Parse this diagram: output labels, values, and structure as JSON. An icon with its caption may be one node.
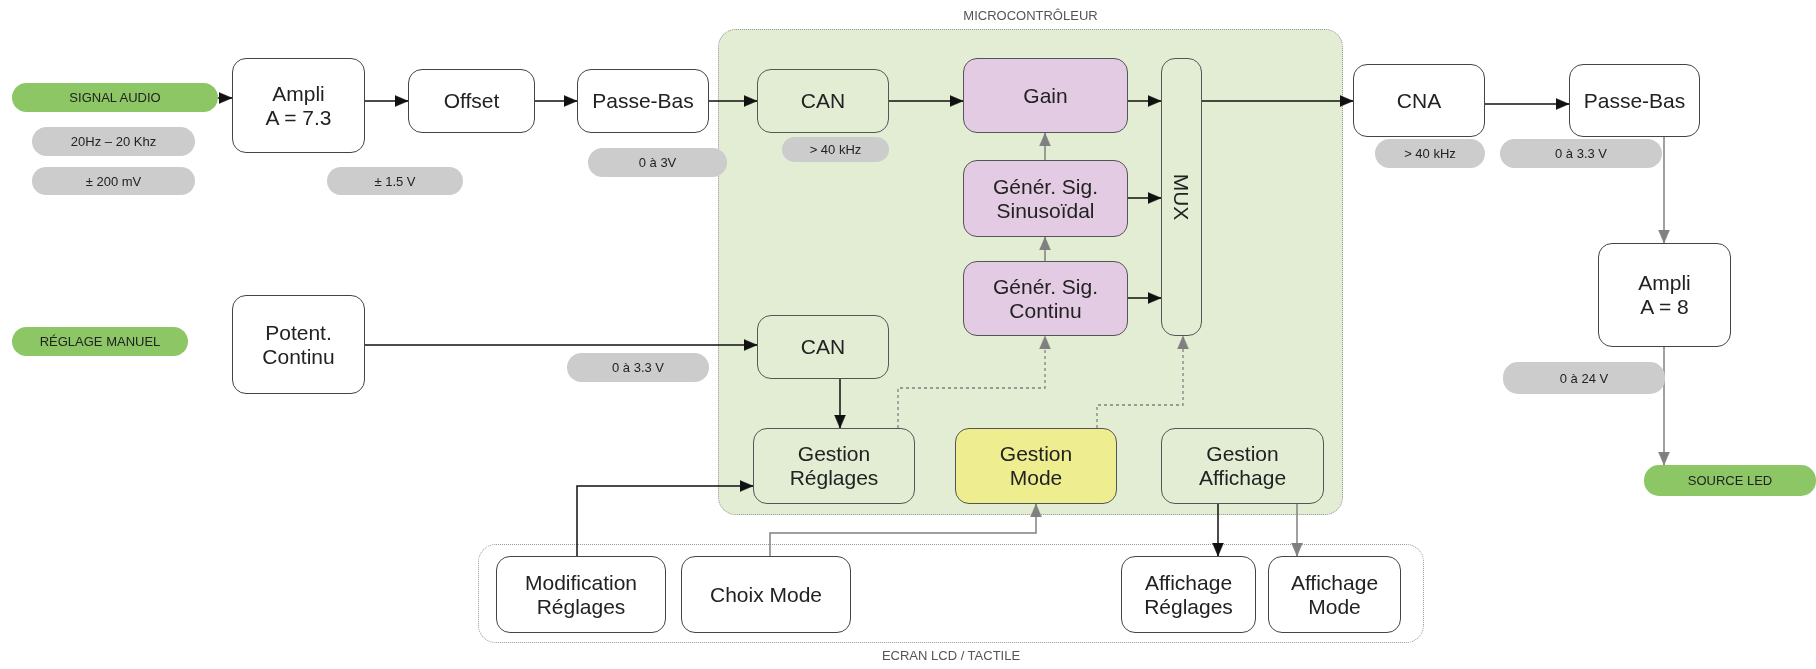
{
  "diagram": {
    "nodes": [
      {
        "text": [
          "MICROCONTRÔLEUR"
        ]
      },
      {
        "text": [
          "SIGNAL AUDIO"
        ]
      },
      {
        "text": [
          "Ampli A = 7.3"
        ]
      },
      {
        "text": [
          "Offset"
        ]
      },
      {
        "text": [
          "Passe-Bas"
        ]
      },
      {
        "text": [
          "CAN"
        ],
        "in": 0
      },
      {
        "text": [
          "Gain"
        ],
        "in": 0
      },
      {
        "text": [
          "MUX"
        ],
        "in": 0
      },
      {
        "text": [
          "CNA"
        ]
      },
      {
        "text": [
          "Passe-Bas"
        ]
      },
      {
        "text": [
          "20Hz – 20 Khz"
        ]
      },
      {
        "text": [
          "> 40 kHz"
        ],
        "in": 0
      },
      {
        "text": [
          "> 40 kHz"
        ]
      },
      {
        "text": [
          "0 à 3.3 V"
        ]
      },
      {
        "text": [
          "0 à 3V"
        ]
      },
      {
        "text": [
          "± 200 mV"
        ]
      },
      {
        "text": [
          "± 1.5 V"
        ]
      },
      {
        "text": [
          "Génér. Sig. Sinusoïdal"
        ],
        "in": 0
      },
      {
        "text": [
          "Ampli A = 8"
        ]
      },
      {
        "text": [
          "Génér. Sig. Continu"
        ],
        "in": 0
      },
      {
        "text": [
          "RÉGLAGE MANUEL"
        ]
      },
      {
        "text": [
          "Potent. Continu"
        ]
      },
      {
        "text": [
          "CAN"
        ],
        "in": 0
      },
      {
        "text": [
          "0 à 3.3 V"
        ]
      },
      {
        "text": [
          "0 à 24 V"
        ]
      },
      {
        "text": [
          "Gestion Réglages"
        ],
        "in": 0
      },
      {
        "text": [
          "Gestion Mode"
        ],
        "in": 0
      },
      {
        "text": [
          "Gestion Affichage"
        ],
        "in": 0
      },
      {
        "text": [
          "SOURCE LED"
        ]
      },
      {
        "text": [
          "ECRAN LCD / TACTILE"
        ]
      },
      {
        "text": [
          "Modification Réglages"
        ],
        "in": 29
      },
      {
        "text": [
          "Choix Mode"
        ],
        "in": 29
      },
      {
        "text": [
          "Affichage Réglages"
        ],
        "in": 29
      },
      {
        "text": [
          "Affichage Mode"
        ],
        "in": 29
      }
    ],
    "edges": [
      {
        "from": 1,
        "to": 2,
        "arrow": "to"
      },
      {
        "from": 2,
        "to": 3,
        "arrow": "to"
      },
      {
        "from": 3,
        "to": 4,
        "arrow": "to"
      },
      {
        "from": 4,
        "to": 5,
        "arrow": "to"
      },
      {
        "from": 5,
        "to": 6,
        "arrow": "to"
      },
      {
        "from": 6,
        "to": 7,
        "arrow": "to"
      },
      {
        "from": 17,
        "to": 6,
        "arrow": "to",
        "color": "#808080"
      },
      {
        "from": 17,
        "to": 7,
        "arrow": "to"
      },
      {
        "from": 19,
        "to": 17,
        "arrow": "to",
        "color": "#808080"
      },
      {
        "from": 19,
        "to": 7,
        "arrow": "to"
      },
      {
        "from": 7,
        "to": 8,
        "arrow": "to"
      },
      {
        "from": 8,
        "to": 9,
        "arrow": "to"
      },
      {
        "from": 9,
        "to": 18,
        "arrow": "to",
        "color": "#808080"
      },
      {
        "from": 18,
        "to": 28,
        "arrow": "to",
        "color": "#808080"
      },
      {
        "from": 21,
        "to": 22,
        "arrow": "to"
      },
      {
        "from": 22,
        "to": 25,
        "arrow": "to"
      },
      {
        "from": 25,
        "to": 19,
        "arrow": "to",
        "style": "dashed",
        "color": "#808080"
      },
      {
        "from": 26,
        "to": 7,
        "arrow": "to",
        "style": "dashed",
        "color": "#808080"
      },
      {
        "from": 30,
        "to": 25,
        "arrow": "to"
      },
      {
        "from": 31,
        "to": 26,
        "arrow": "to",
        "color": "#808080"
      },
      {
        "from": 27,
        "to": 32,
        "arrow": "to"
      },
      {
        "from": 27,
        "to": 33,
        "arrow": "to",
        "color": "#808080"
      }
    ]
  }
}
